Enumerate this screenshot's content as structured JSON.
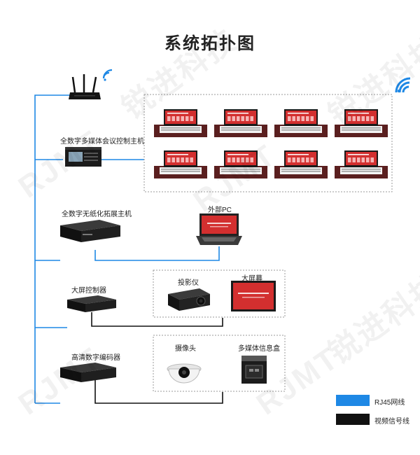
{
  "title": "系统拓扑图",
  "labels": {
    "conference_host": "全数字多媒体会议控制主机",
    "paperless_host": "全数字无纸化拓展主机",
    "external_pc": "外部PC",
    "screen_controller": "大屏控制器",
    "projector": "投影仪",
    "big_screen": "大屏幕",
    "hd_encoder": "高清数字编码器",
    "camera": "摄像头",
    "media_box": "多媒体信息盒"
  },
  "legend": {
    "rj45": {
      "label": "RJ45网线",
      "color": "#1e88e5"
    },
    "video": {
      "label": "视频信号线",
      "color": "#111111"
    }
  },
  "watermark": "RJMT 锐进科技",
  "colors": {
    "network": "#1e88e5",
    "signal": "#111111",
    "screen_red": "#d32f2f"
  }
}
